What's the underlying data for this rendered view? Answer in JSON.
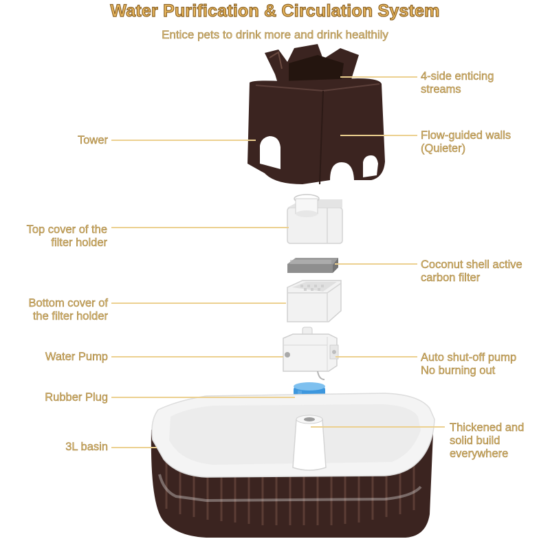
{
  "title": "Water Purification & Circulation System",
  "subtitle": "Entice pets to drink more and drink healthily",
  "labels": {
    "tower": [
      "Tower"
    ],
    "top_cover": [
      "Top cover of the",
      "filter holder"
    ],
    "bottom_cover": [
      "Bottom cover of",
      "the filter holder"
    ],
    "water_pump": [
      "Water Pump"
    ],
    "rubber_plug": [
      "Rubber Plug"
    ],
    "basin": [
      "3L basin"
    ],
    "streams": [
      "4-side enticing",
      "streams"
    ],
    "walls": [
      "Flow-guided walls",
      "(Quieter)"
    ],
    "carbon_filter": [
      "Coconut shell active",
      "carbon filter"
    ],
    "auto_pump": [
      "Auto shut-off pump",
      "No burning out"
    ],
    "build": [
      "Thickened and",
      "solid build",
      "everywhere"
    ]
  },
  "colors": {
    "title": "#e9b85f",
    "label": "#d6b46a",
    "leader": "#ecd08f",
    "tower_brown": "#3b2420",
    "basin_white": "#f4f4f4",
    "plug_blue": "#3d97de"
  }
}
